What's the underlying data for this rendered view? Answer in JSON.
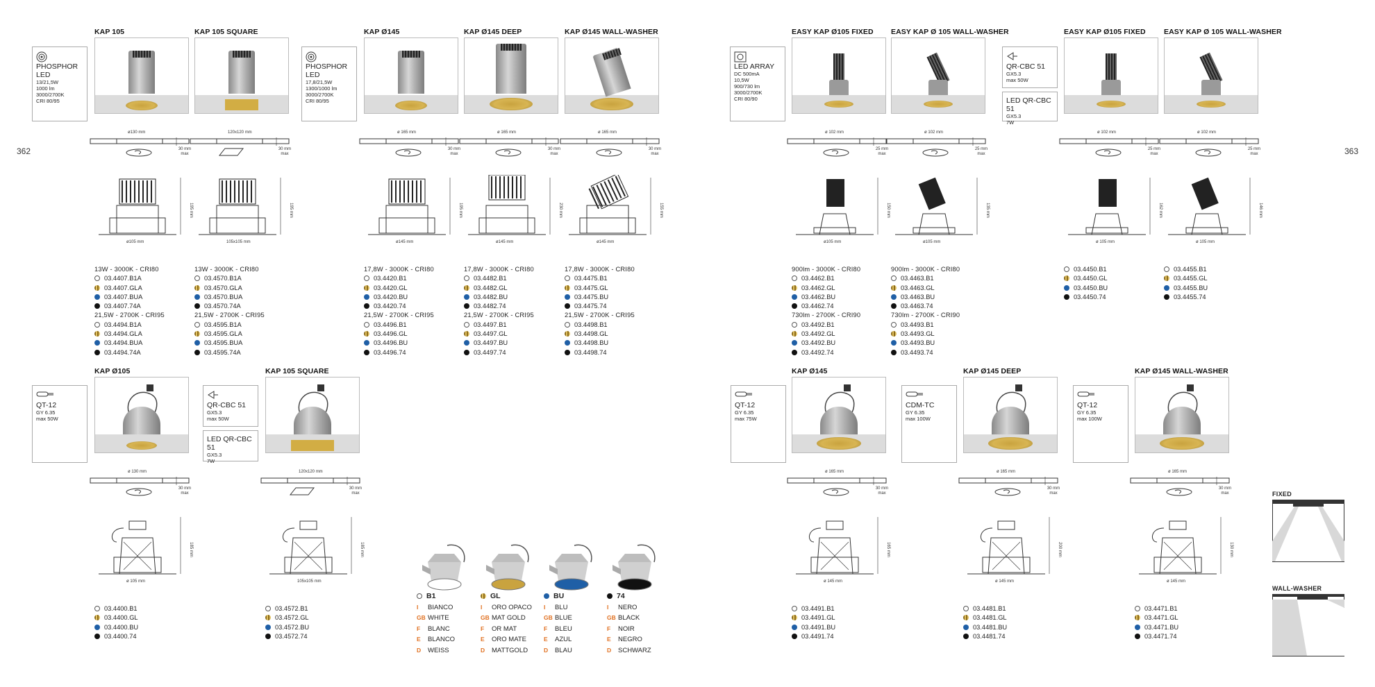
{
  "pages": {
    "left_number": "362",
    "right_number": "363"
  },
  "lamps": {
    "phosphor1": {
      "lines": [
        "PHOSPHOR",
        "LED"
      ],
      "details": [
        "13/21,5W",
        "1000 lm",
        "3000/2700K",
        "CRI 80/95"
      ],
      "icon": "led-disc-icon"
    },
    "phosphor2": {
      "lines": [
        "PHOSPHOR",
        "LED"
      ],
      "details": [
        "17,8/21,5W",
        "1300/1000 lm",
        "3000/2700K",
        "CRI 80/95"
      ],
      "icon": "led-disc-icon"
    },
    "ledarray": {
      "lines": [
        "LED ARRAY"
      ],
      "details": [
        "DC 500mA",
        "10,5W",
        "900/730 lm",
        "3000/2700K",
        "CRI 80/90"
      ],
      "icon": "led-square-icon"
    },
    "qrcbc_r": {
      "lines": [
        "QR-CBC 51"
      ],
      "details": [
        "GX5.3",
        "max 50W"
      ],
      "icon": "halogen-reflector-icon"
    },
    "ledqrcbc_r": {
      "lines": [
        "LED QR-CBC 51"
      ],
      "details": [
        "GX5.3",
        "7W"
      ]
    },
    "qt12_l": {
      "lines": [
        "QT-12"
      ],
      "details": [
        "GY 6.35",
        "max 50W"
      ],
      "icon": "capsule-lamp-icon"
    },
    "qrcbc_l": {
      "lines": [
        "QR-CBC 51"
      ],
      "details": [
        "GX5.3",
        "max 50W"
      ],
      "icon": "halogen-reflector-icon"
    },
    "ledqrcbc_l": {
      "lines": [
        "LED QR-CBC 51"
      ],
      "details": [
        "GX5.3",
        "7W"
      ]
    },
    "qt12_r1": {
      "lines": [
        "QT-12"
      ],
      "details": [
        "GY 6.35",
        "max 75W"
      ],
      "icon": "capsule-lamp-icon"
    },
    "cdmtc": {
      "lines": [
        "CDM-TC"
      ],
      "details": [
        "GY 6.35",
        "max 100W"
      ],
      "icon": "capsule-lamp-icon"
    },
    "qt12_r2": {
      "lines": [
        "QT-12"
      ],
      "details": [
        "GY 6.35",
        "max 100W"
      ],
      "icon": "capsule-lamp-icon"
    }
  },
  "products": [
    {
      "title": "KAP 105",
      "cut": "ø130 mm",
      "depth": "30 mm max",
      "height": "195 mm",
      "width": "ø105 mm",
      "groups": [
        {
          "spec": "13W - 3000K - CRI80",
          "codes": [
            "03.4407.B1A",
            "03.4407.GLA",
            "03.4407.BUA",
            "03.4407.74A"
          ]
        },
        {
          "spec": "21,5W - 2700K - CRI95",
          "codes": [
            "03.4494.B1A",
            "03.4494.GLA",
            "03.4494.BUA",
            "03.4494.74A"
          ]
        }
      ]
    },
    {
      "title": "KAP 105 SQUARE",
      "cut": "120x120 mm",
      "depth": "30 mm max",
      "height": "195 mm",
      "width": "105x105 mm",
      "groups": [
        {
          "spec": "13W - 3000K - CRI80",
          "codes": [
            "03.4570.B1A",
            "03.4570.GLA",
            "03.4570.BUA",
            "03.4570.74A"
          ]
        },
        {
          "spec": "21,5W - 2700K - CRI95",
          "codes": [
            "03.4595.B1A",
            "03.4595.GLA",
            "03.4595.BUA",
            "03.4595.74A"
          ]
        }
      ]
    },
    {
      "title": "KAP Ø145",
      "cut": "ø 165 mm",
      "depth": "30 mm max",
      "height": "195 mm",
      "width": "ø145 mm",
      "groups": [
        {
          "spec": "17,8W - 3000K - CRI80",
          "codes": [
            "03.4420.B1",
            "03.4420.GL",
            "03.4420.BU",
            "03.4420.74"
          ]
        },
        {
          "spec": "21,5W - 2700K - CRI95",
          "codes": [
            "03.4496.B1",
            "03.4496.GL",
            "03.4496.BU",
            "03.4496.74"
          ]
        }
      ]
    },
    {
      "title": "KAP Ø145 DEEP",
      "cut": "ø 165 mm",
      "depth": "30 mm max",
      "height": "230 mm",
      "width": "ø145 mm",
      "groups": [
        {
          "spec": "17,8W - 3000K - CRI80",
          "codes": [
            "03.4482.B1",
            "03.4482.GL",
            "03.4482.BU",
            "03.4482.74"
          ]
        },
        {
          "spec": "21,5W - 2700K - CRI95",
          "codes": [
            "03.4497.B1",
            "03.4497.GL",
            "03.4497.BU",
            "03.4497.74"
          ]
        }
      ]
    },
    {
      "title": "KAP Ø145 WALL-WASHER",
      "cut": "ø 165 mm",
      "depth": "30 mm max",
      "height": "155 mm",
      "width": "ø145 mm",
      "groups": [
        {
          "spec": "17,8W - 3000K - CRI80",
          "codes": [
            "03.4475.B1",
            "03.4475.GL",
            "03.4475.BU",
            "03.4475.74"
          ]
        },
        {
          "spec": "21,5W - 2700K - CRI95",
          "codes": [
            "03.4498.B1",
            "03.4498.GL",
            "03.4498.BU",
            "03.4498.74"
          ]
        }
      ]
    },
    {
      "title": "EASY KAP Ø105 FIXED",
      "cut": "ø 102 mm",
      "depth": "25 mm max",
      "height": "150 mm",
      "width": "ø105 mm",
      "groups": [
        {
          "spec": "900lm - 3000K - CRI80",
          "codes": [
            "03.4462.B1",
            "03.4462.GL",
            "03.4462.BU",
            "03.4462.74"
          ]
        },
        {
          "spec": "730lm - 2700K - CRI90",
          "codes": [
            "03.4492.B1",
            "03.4492.GL",
            "03.4492.BU",
            "03.4492.74"
          ]
        }
      ]
    },
    {
      "title": "EASY KAP Ø 105 WALL-WASHER",
      "cut": "ø 102 mm",
      "depth": "25 mm max",
      "height": "135 mm",
      "width": "ø105 mm",
      "groups": [
        {
          "spec": "900lm - 3000K - CRI80",
          "codes": [
            "03.4463.B1",
            "03.4463.GL",
            "03.4463.BU",
            "03.4463.74"
          ]
        },
        {
          "spec": "730lm - 2700K - CRI90",
          "codes": [
            "03.4493.B1",
            "03.4493.GL",
            "03.4493.BU",
            "03.4493.74"
          ]
        }
      ]
    },
    {
      "title": "EASY KAP Ø105 FIXED",
      "cut": "ø 102 mm",
      "depth": "25 mm max",
      "height": "162 mm",
      "width": "ø 105 mm",
      "groups": [
        {
          "spec": "",
          "codes": [
            "03.4450.B1",
            "03.4450.GL",
            "03.4450.BU",
            "03.4450.74"
          ]
        }
      ]
    },
    {
      "title": "EASY KAP Ø 105 WALL-WASHER",
      "cut": "ø 102 mm",
      "depth": "25 mm max",
      "height": "146 mm",
      "width": "ø 105 mm",
      "groups": [
        {
          "spec": "",
          "codes": [
            "03.4455.B1",
            "03.4455.GL",
            "03.4455.BU",
            "03.4455.74"
          ]
        }
      ]
    },
    {
      "title": "KAP Ø105",
      "cut": "ø 130 mm",
      "depth": "30 mm max",
      "height": "185 mm",
      "width": "ø 105 mm",
      "groups": [
        {
          "spec": "",
          "codes": [
            "03.4400.B1",
            "03.4400.GL",
            "03.4400.BU",
            "03.4400.74"
          ]
        }
      ]
    },
    {
      "title": "KAP 105 SQUARE",
      "cut": "120x120 mm",
      "depth": "30 mm max",
      "height": "185 mm",
      "width": "105x105 mm",
      "groups": [
        {
          "spec": "",
          "codes": [
            "03.4572.B1",
            "03.4572.GL",
            "03.4572.BU",
            "03.4572.74"
          ]
        }
      ]
    },
    {
      "title": "KAP Ø145",
      "cut": "ø 165 mm",
      "depth": "30 mm max",
      "height": "165 mm",
      "width": "ø 145 mm",
      "groups": [
        {
          "spec": "",
          "codes": [
            "03.4491.B1",
            "03.4491.GL",
            "03.4491.BU",
            "03.4491.74"
          ]
        }
      ]
    },
    {
      "title": "KAP Ø145 DEEP",
      "cut": "ø 165 mm",
      "depth": "30 mm max",
      "height": "200 mm",
      "width": "ø 145 mm",
      "groups": [
        {
          "spec": "",
          "codes": [
            "03.4481.B1",
            "03.4481.GL",
            "03.4481.BU",
            "03.4481.74"
          ]
        }
      ]
    },
    {
      "title": "KAP Ø145 WALL-WASHER",
      "cut": "ø 165 mm",
      "depth": "30 mm max",
      "height": "130 mm",
      "width": "ø 145 mm",
      "groups": [
        {
          "spec": "",
          "codes": [
            "03.4471.B1",
            "03.4471.GL",
            "03.4471.BU",
            "03.4471.74"
          ]
        }
      ]
    }
  ],
  "finishes": [
    {
      "code": "B1",
      "color": "#ffffff",
      "names": [
        [
          "I",
          "BIANCO"
        ],
        [
          "GB",
          "WHITE"
        ],
        [
          "F",
          "BLANC"
        ],
        [
          "E",
          "BLANCO"
        ],
        [
          "D",
          "WEISS"
        ]
      ]
    },
    {
      "code": "GL",
      "color": "#c9a33f",
      "names": [
        [
          "I",
          "ORO OPACO"
        ],
        [
          "GB",
          "MAT GOLD"
        ],
        [
          "F",
          "OR MAT"
        ],
        [
          "E",
          "ORO MATE"
        ],
        [
          "D",
          "MATTGOLD"
        ]
      ]
    },
    {
      "code": "BU",
      "color": "#1f5fa6",
      "names": [
        [
          "I",
          "BLU"
        ],
        [
          "GB",
          "BLUE"
        ],
        [
          "F",
          "BLEU"
        ],
        [
          "E",
          "AZUL"
        ],
        [
          "D",
          "BLAU"
        ]
      ]
    },
    {
      "code": "74",
      "color": "#111111",
      "names": [
        [
          "I",
          "NERO"
        ],
        [
          "GB",
          "BLACK"
        ],
        [
          "F",
          "NOIR"
        ],
        [
          "E",
          "NEGRO"
        ],
        [
          "D",
          "SCHWARZ"
        ]
      ]
    }
  ],
  "illuminations": {
    "fixed": "FIXED",
    "wallwasher": "WALL-WASHER"
  }
}
